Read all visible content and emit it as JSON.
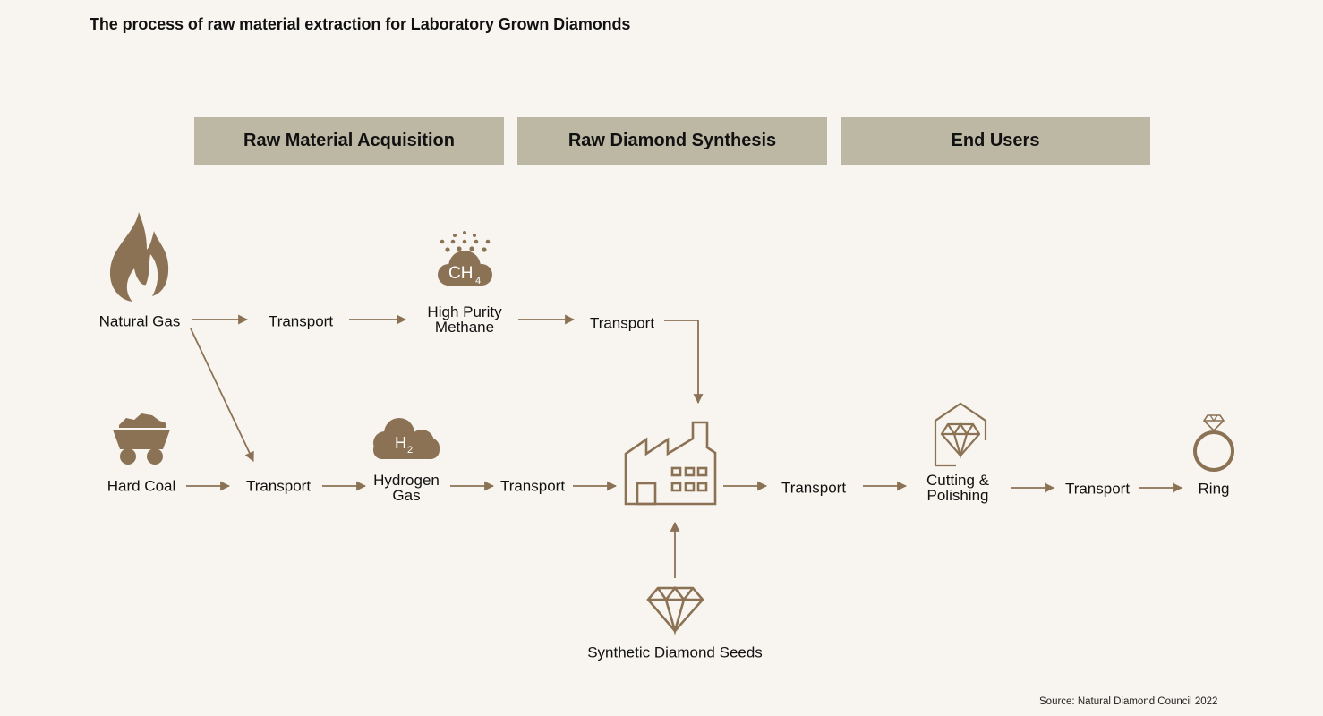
{
  "title": "The process of raw material extraction for Laboratory Grown Diamonds",
  "stages": [
    {
      "label": "Raw Material Acquisition"
    },
    {
      "label": "Raw Diamond Synthesis"
    },
    {
      "label": "End Users"
    }
  ],
  "nodes": {
    "natural_gas": "Natural Gas",
    "transport_1": "Transport",
    "methane_line1": "High Purity",
    "methane_line2": "Methane",
    "transport_2": "Transport",
    "hard_coal": "Hard Coal",
    "transport_3": "Transport",
    "hydrogen_line1": "Hydrogen",
    "hydrogen_line2": "Gas",
    "transport_4": "Transport",
    "transport_5": "Transport",
    "cutting_line1": "Cutting &",
    "cutting_line2": "Polishing",
    "transport_6": "Transport",
    "ring": "Ring",
    "seeds": "Synthetic Diamond Seeds"
  },
  "icons": {
    "methane_formula": "CH",
    "methane_subscript": "4",
    "hydrogen_formula": "H",
    "hydrogen_subscript": "2"
  },
  "source": "Source: Natural Diamond Council 2022",
  "colors": {
    "background": "#f8f5f0",
    "stage_fill": "#bdb8a4",
    "accent": "#8b7254"
  }
}
